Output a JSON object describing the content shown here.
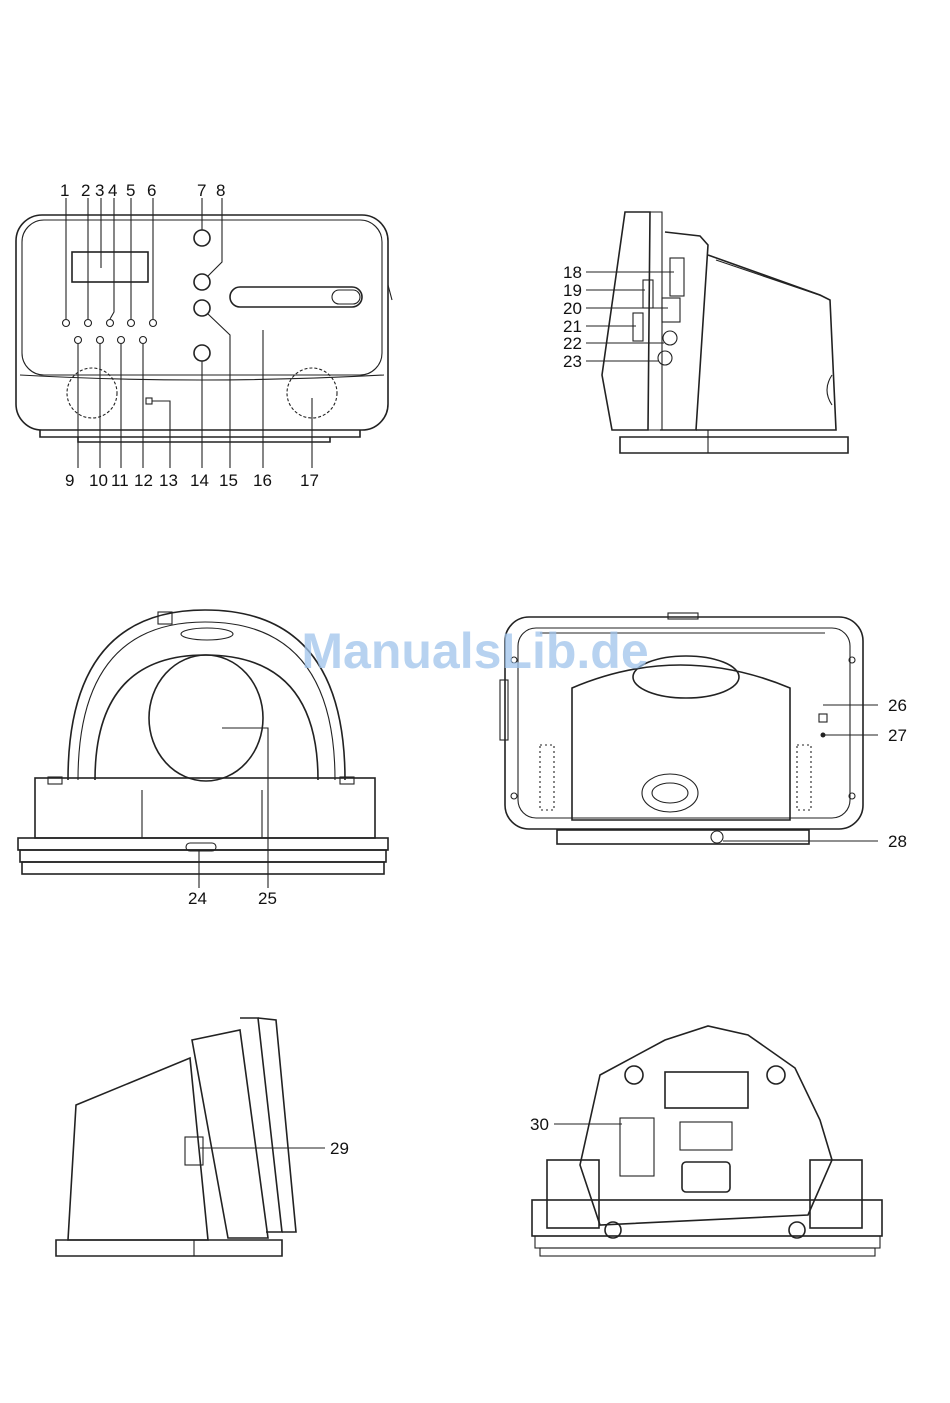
{
  "watermark": "ManualsLib.de",
  "callouts": {
    "front": [
      "1",
      "2",
      "3",
      "4",
      "5",
      "6",
      "7",
      "8",
      "9",
      "10",
      "11",
      "12",
      "13",
      "14",
      "15",
      "16",
      "17"
    ],
    "side_right": [
      "18",
      "19",
      "20",
      "21",
      "22",
      "23"
    ],
    "top": [
      "24",
      "25"
    ],
    "rear": [
      "26",
      "27",
      "28"
    ],
    "side_left": [
      "29"
    ],
    "bottom": [
      "30"
    ]
  }
}
